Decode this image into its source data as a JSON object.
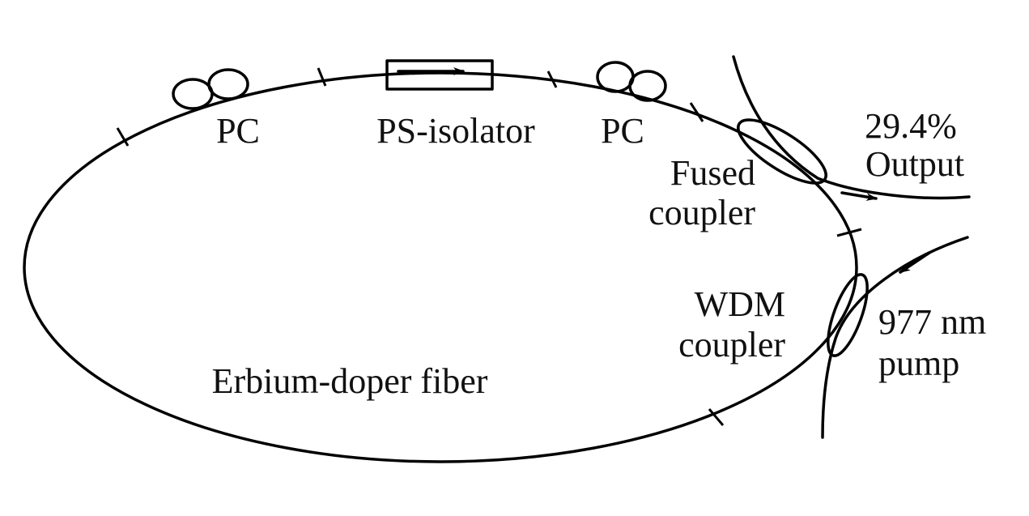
{
  "labels": {
    "pc_left": "PC",
    "isolator": "PS-isolator",
    "pc_right": "PC",
    "output_percent": "29.4%",
    "output": "Output",
    "fused_line1": "Fused",
    "fused_line2": "coupler",
    "wdm_line1": "WDM",
    "wdm_line2": "coupler",
    "pump_line1": "977 nm",
    "pump_line2": "pump",
    "fiber": "Erbium-doper fiber"
  }
}
